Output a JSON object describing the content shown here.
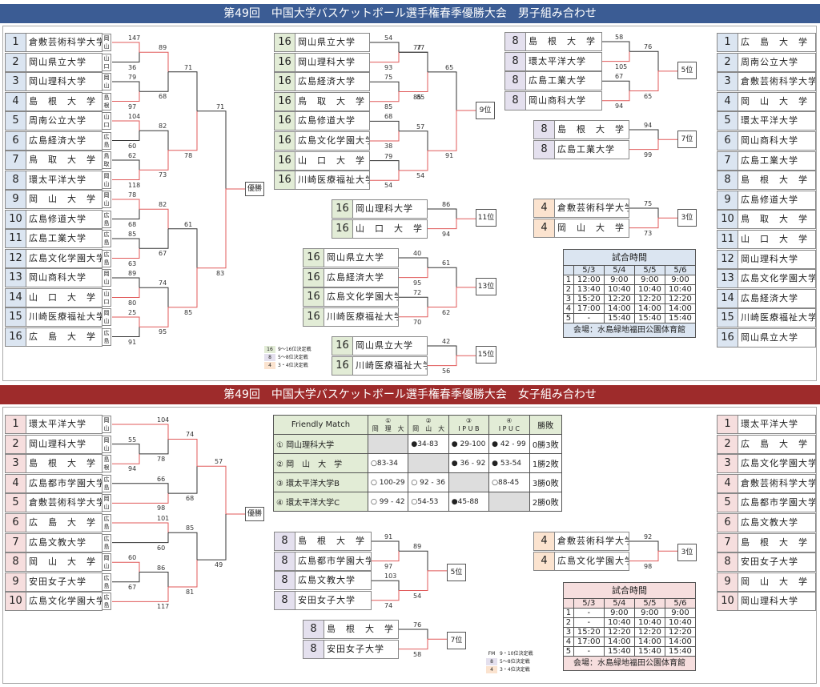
{
  "men": {
    "title": "第49回　中国大学バスケットボール選手権春季優勝大会　男子組み合わせ",
    "left_teams": [
      {
        "seed": "1",
        "name": "倉敷芸術科学大学",
        "short": "岡山"
      },
      {
        "seed": "2",
        "name": "岡山県立大学",
        "short": "山口"
      },
      {
        "seed": "3",
        "name": "岡山理科大学",
        "short": "岡山"
      },
      {
        "seed": "4",
        "name": "島　根　大　学",
        "short": "島根"
      },
      {
        "seed": "5",
        "name": "周南公立大学",
        "short": "山口"
      },
      {
        "seed": "6",
        "name": "広島経済大学",
        "short": "広島"
      },
      {
        "seed": "7",
        "name": "鳥　取　大　学",
        "short": "鳥取"
      },
      {
        "seed": "8",
        "name": "環太平洋大学",
        "short": "岡山"
      },
      {
        "seed": "9",
        "name": "岡　山　大　学",
        "short": "岡山"
      },
      {
        "seed": "10",
        "name": "広島修道大学",
        "short": "広島"
      },
      {
        "seed": "11",
        "name": "広島工業大学",
        "short": "広島"
      },
      {
        "seed": "12",
        "name": "広島文化学園大学",
        "short": "広島"
      },
      {
        "seed": "13",
        "name": "岡山商科大学",
        "short": "岡山"
      },
      {
        "seed": "14",
        "name": "山　口　大　学",
        "short": "山口"
      },
      {
        "seed": "15",
        "name": "川崎医療福祉大学",
        "short": "岡山"
      },
      {
        "seed": "16",
        "name": "広　島　大　学",
        "short": "広島"
      }
    ],
    "left_scores_r1": [
      "147",
      "36",
      "79",
      "97",
      "104",
      "60",
      "62",
      "118",
      "78",
      "68",
      "85",
      "63",
      "89",
      "80",
      "25",
      "91"
    ],
    "left_scores_r2": [
      "89",
      "68",
      "82",
      "73",
      "82",
      "67",
      "74",
      "95"
    ],
    "left_scores_r3": [
      "71",
      "78",
      "61",
      "85"
    ],
    "left_scores_r4": [
      "71",
      "83"
    ],
    "champion_label": "優勝",
    "mid_teams": [
      {
        "seed": "16",
        "name": "岡山県立大学"
      },
      {
        "seed": "16",
        "name": "岡山理科大学"
      },
      {
        "seed": "16",
        "name": "広島経済大学"
      },
      {
        "seed": "16",
        "name": "鳥　取　大　学"
      },
      {
        "seed": "16",
        "name": "広島修道大学"
      },
      {
        "seed": "16",
        "name": "広島文化学園大学"
      },
      {
        "seed": "16",
        "name": "山　口　大　学"
      },
      {
        "seed": "16",
        "name": "川崎医療福祉大学"
      }
    ],
    "mid_scores_r1": [
      "54",
      "93",
      "75",
      "85",
      "68",
      "38",
      "79",
      "54"
    ],
    "mid_scores_r2": [
      "77",
      "85",
      "57",
      "54"
    ],
    "mid_scores_r3": [
      "65",
      "91"
    ],
    "mid_result": "9位",
    "p11_teams": [
      {
        "seed": "16",
        "name": "岡山理科大学"
      },
      {
        "seed": "16",
        "name": "山　口　大　学"
      }
    ],
    "p11_scores": [
      "86",
      "94"
    ],
    "p11_result": "11位",
    "p13_teams": [
      {
        "seed": "16",
        "name": "岡山県立大学"
      },
      {
        "seed": "16",
        "name": "広島経済大学"
      },
      {
        "seed": "16",
        "name": "広島文化学園大学"
      },
      {
        "seed": "16",
        "name": "川崎医療福祉大学"
      }
    ],
    "p13_scores_r1": [
      "40",
      "95",
      "72",
      "70"
    ],
    "p13_scores_r2": [
      "61",
      "62"
    ],
    "p13_result": "13位",
    "p15_teams": [
      {
        "seed": "16",
        "name": "岡山県立大学"
      },
      {
        "seed": "16",
        "name": "川崎医療福祉大学"
      }
    ],
    "p15_scores": [
      "42",
      "56"
    ],
    "p15_result": "15位",
    "p5_teams": [
      {
        "seed": "8",
        "name": "島　根　大　学"
      },
      {
        "seed": "8",
        "name": "環太平洋大学"
      },
      {
        "seed": "8",
        "name": "広島工業大学"
      },
      {
        "seed": "8",
        "name": "岡山商科大学"
      }
    ],
    "p5_scores_r1": [
      "58",
      "105",
      "67",
      "94"
    ],
    "p5_scores_r2": [
      "76",
      "65"
    ],
    "p5_result": "5位",
    "p7_teams": [
      {
        "seed": "8",
        "name": "島　根　大　学"
      },
      {
        "seed": "8",
        "name": "広島工業大学"
      }
    ],
    "p7_scores": [
      "94",
      "99"
    ],
    "p7_result": "7位",
    "p3_teams": [
      {
        "seed": "4",
        "name": "倉敷芸術科学大学"
      },
      {
        "seed": "4",
        "name": "岡　山　大　学"
      }
    ],
    "p3_scores": [
      "75",
      "73"
    ],
    "p3_result": "3位",
    "legend": [
      {
        "sw": "16",
        "text": "9〜16位決定戦"
      },
      {
        "sw": "8",
        "text": "5〜8位決定戦"
      },
      {
        "sw": "4",
        "text": "3・4位決定戦"
      }
    ],
    "schedule": {
      "title": "試合時間",
      "days": [
        "5/3",
        "5/4",
        "5/5",
        "5/6"
      ],
      "rows": [
        [
          "1",
          "12:00",
          "9:00",
          "9:00",
          "9:00"
        ],
        [
          "2",
          "13:40",
          "10:40",
          "10:40",
          "10:40"
        ],
        [
          "3",
          "15:20",
          "12:20",
          "12:20",
          "12:20"
        ],
        [
          "4",
          "17:00",
          "14:00",
          "14:00",
          "14:00"
        ],
        [
          "5",
          "-",
          "15:40",
          "15:40",
          "15:40"
        ]
      ],
      "venue": "会場：水島緑地福田公園体育館"
    },
    "final_ranking": [
      {
        "seed": "1",
        "name": "広　島　大　学"
      },
      {
        "seed": "2",
        "name": "周南公立大学"
      },
      {
        "seed": "3",
        "name": "倉敷芸術科学大学"
      },
      {
        "seed": "4",
        "name": "岡　山　大　学"
      },
      {
        "seed": "5",
        "name": "環太平洋大学"
      },
      {
        "seed": "6",
        "name": "岡山商科大学"
      },
      {
        "seed": "7",
        "name": "広島工業大学"
      },
      {
        "seed": "8",
        "name": "島　根　大　学"
      },
      {
        "seed": "9",
        "name": "広島修道大学"
      },
      {
        "seed": "10",
        "name": "鳥　取　大　学"
      },
      {
        "seed": "11",
        "name": "山　口　大　学"
      },
      {
        "seed": "12",
        "name": "岡山理科大学"
      },
      {
        "seed": "13",
        "name": "広島文化学園大学"
      },
      {
        "seed": "14",
        "name": "広島経済大学"
      },
      {
        "seed": "15",
        "name": "川崎医療福祉大学"
      },
      {
        "seed": "16",
        "name": "岡山県立大学"
      }
    ]
  },
  "women": {
    "title": "第49回　中国大学バスケットボール選手権春季優勝大会　女子組み合わせ",
    "left_teams": [
      {
        "seed": "1",
        "name": "環太平洋大学",
        "short": "岡山"
      },
      {
        "seed": "2",
        "name": "岡山理科大学",
        "short": "岡山"
      },
      {
        "seed": "3",
        "name": "島　根　大　学",
        "short": "島根"
      },
      {
        "seed": "4",
        "name": "広島都市学園大学",
        "short": "広島"
      },
      {
        "seed": "5",
        "name": "倉敷芸術科学大学",
        "short": "岡山"
      },
      {
        "seed": "6",
        "name": "広　島　大　学",
        "short": "広島"
      },
      {
        "seed": "7",
        "name": "広島文教大学",
        "short": "広島"
      },
      {
        "seed": "8",
        "name": "岡　山　大　学",
        "short": "岡山"
      },
      {
        "seed": "9",
        "name": "安田女子大学",
        "short": "広島"
      },
      {
        "seed": "10",
        "name": "広島文化学園大学",
        "short": "広島"
      }
    ],
    "scores": {
      "a": "104",
      "b": "55",
      "c": "78",
      "d": "94",
      "e": "74",
      "f": "66",
      "g": "98",
      "h": "68",
      "i": "101",
      "j": "60",
      "k": "85",
      "l": "60",
      "m": "86",
      "n": "67",
      "o": "117",
      "p": "81",
      "q": "57",
      "r": "49"
    },
    "champion_label": "優勝",
    "friendly": {
      "title": "Friendly Match",
      "col_heads": [
        {
          "num": "①",
          "name": "岡　理　大"
        },
        {
          "num": "②",
          "name": "岡　山　大"
        },
        {
          "num": "③",
          "name": "I P U B"
        },
        {
          "num": "④",
          "name": "I P U C"
        }
      ],
      "record_head": "勝敗",
      "rows": [
        {
          "num": "①",
          "name": "岡山理科大学",
          "cells": [
            "",
            "●34-83",
            "● 29-100",
            "● 42 - 99"
          ],
          "record": "0勝3敗"
        },
        {
          "num": "②",
          "name": "岡　山　大　学",
          "cells": [
            "○83-34",
            "",
            "● 36 - 92",
            "● 53-54"
          ],
          "record": "1勝2敗"
        },
        {
          "num": "③",
          "name": "環太平洋大学B",
          "cells": [
            "○ 100-29",
            "○ 92 - 36",
            "",
            "○88-45"
          ],
          "record": "3勝0敗"
        },
        {
          "num": "④",
          "name": "環太平洋大学C",
          "cells": [
            "○ 99 - 42",
            "○54-53",
            "●45-88",
            ""
          ],
          "record": "2勝0敗"
        }
      ]
    },
    "p5_teams": [
      {
        "seed": "8",
        "name": "島　根　大　学"
      },
      {
        "seed": "8",
        "name": "広島都市学園大学"
      },
      {
        "seed": "8",
        "name": "広島文教大学"
      },
      {
        "seed": "8",
        "name": "安田女子大学"
      }
    ],
    "p5_scores_r1": [
      "91",
      "97",
      "103",
      "74"
    ],
    "p5_scores_r2": [
      "89",
      "54"
    ],
    "p5_result": "5位",
    "p7_teams": [
      {
        "seed": "8",
        "name": "島　根　大　学"
      },
      {
        "seed": "8",
        "name": "安田女子大学"
      }
    ],
    "p7_scores": [
      "76",
      "58"
    ],
    "p7_result": "7位",
    "p3_teams": [
      {
        "seed": "4",
        "name": "倉敷芸術科学大学"
      },
      {
        "seed": "4",
        "name": "広島文化学園大学"
      }
    ],
    "p3_scores": [
      "92",
      "98"
    ],
    "p3_result": "3位",
    "legend": [
      {
        "sw": "FM",
        "text": "9・10位決定戦"
      },
      {
        "sw": "8",
        "text": "5〜8位決定戦"
      },
      {
        "sw": "4",
        "text": "3・4位決定戦"
      }
    ],
    "schedule": {
      "title": "試合時間",
      "days": [
        "5/3",
        "5/4",
        "5/5",
        "5/6"
      ],
      "rows": [
        [
          "1",
          "-",
          "9:00",
          "9:00",
          "9:00"
        ],
        [
          "2",
          "-",
          "10:40",
          "10:40",
          "10:40"
        ],
        [
          "3",
          "15:20",
          "12:20",
          "12:20",
          "12:20"
        ],
        [
          "4",
          "17:00",
          "14:00",
          "14:00",
          "14:00"
        ],
        [
          "5",
          "-",
          "15:40",
          "15:40",
          "15:40"
        ]
      ],
      "venue": "会場：水島緑地福田公園体育館"
    },
    "final_ranking": [
      {
        "seed": "1",
        "name": "環太平洋大学"
      },
      {
        "seed": "2",
        "name": "広　島　大　学"
      },
      {
        "seed": "3",
        "name": "広島文化学園大学"
      },
      {
        "seed": "4",
        "name": "倉敷芸術科学大学"
      },
      {
        "seed": "5",
        "name": "広島都市学園大学"
      },
      {
        "seed": "6",
        "name": "広島文教大学"
      },
      {
        "seed": "7",
        "name": "島　根　大　学"
      },
      {
        "seed": "8",
        "name": "安田女子大学"
      },
      {
        "seed": "9",
        "name": "岡　山　大　学"
      },
      {
        "seed": "10",
        "name": "岡山理科大学"
      }
    ]
  },
  "colors": {
    "blue_band": "#3b5c94",
    "red_band": "#9e2b2b",
    "win_line": "#e05a5a",
    "lose_line": "#333333"
  }
}
